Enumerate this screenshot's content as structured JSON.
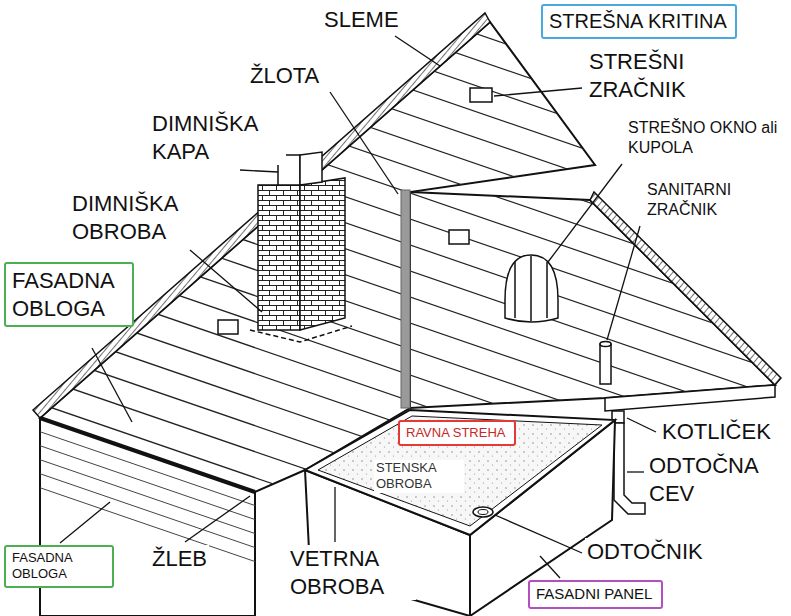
{
  "diagram": {
    "nodes": [
      {
        "text": [
          "STREŠNA KRITINA"
        ]
      },
      {
        "text": [
          "FASADNA OBLOGA"
        ]
      },
      {
        "text": [
          "RAVNA STREHA"
        ]
      },
      {
        "text": [
          "FASADNA OBLOGA"
        ]
      },
      {
        "text": [
          "FASADNI PANEL"
        ]
      }
    ],
    "labels": [
      "SLEME",
      "ŽLOTA",
      "DIMNIŠKA KAPA",
      "DIMNIŠKA OBROBA",
      "STREŠNI ZRAČNIK",
      "STREŠNO OKNO ali KUPOLA",
      "SANITARNI ZRAČNIK",
      "KOTLIČEK",
      "ODTOČNA CEV",
      "STENSKA OBROBA",
      "ŽLEB",
      "VETRNA OBROBA",
      "ODTOČNIK"
    ]
  }
}
